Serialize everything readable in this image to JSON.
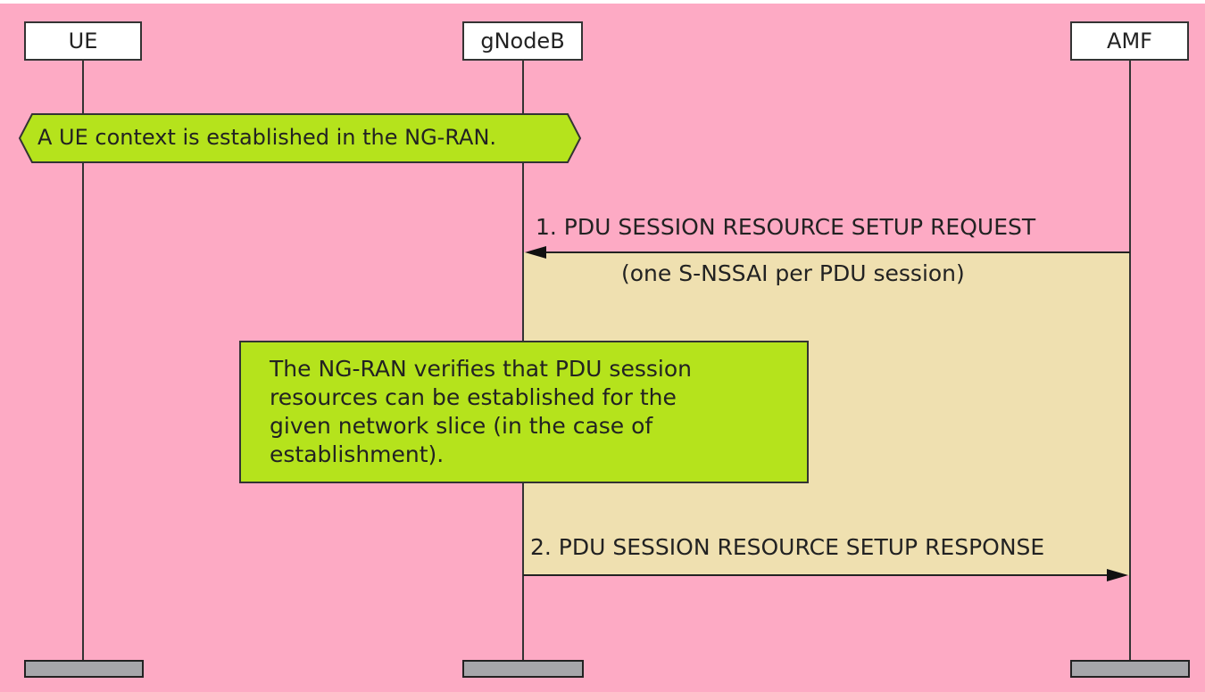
{
  "participants": [
    {
      "name": "UE"
    },
    {
      "name": "gNodeB"
    },
    {
      "name": "AMF"
    }
  ],
  "context_note": "A UE context is established in the NG-RAN.",
  "messages": [
    {
      "label": "1. PDU SESSION RESOURCE SETUP REQUEST",
      "sublabel": "(one S-NSSAI per PDU session)",
      "from": "AMF",
      "to": "gNodeB"
    },
    {
      "label": "2. PDU SESSION RESOURCE SETUP RESPONSE",
      "from": "gNodeB",
      "to": "AMF"
    }
  ],
  "verify_note": [
    "The NG-RAN verifies that PDU session",
    "resources can be established for the",
    "given network slice (in the case of",
    "establishment)."
  ],
  "colors": {
    "background": "#fdaac4",
    "note": "#b5e31c",
    "region": "#efe0b0",
    "border": "#333333"
  }
}
